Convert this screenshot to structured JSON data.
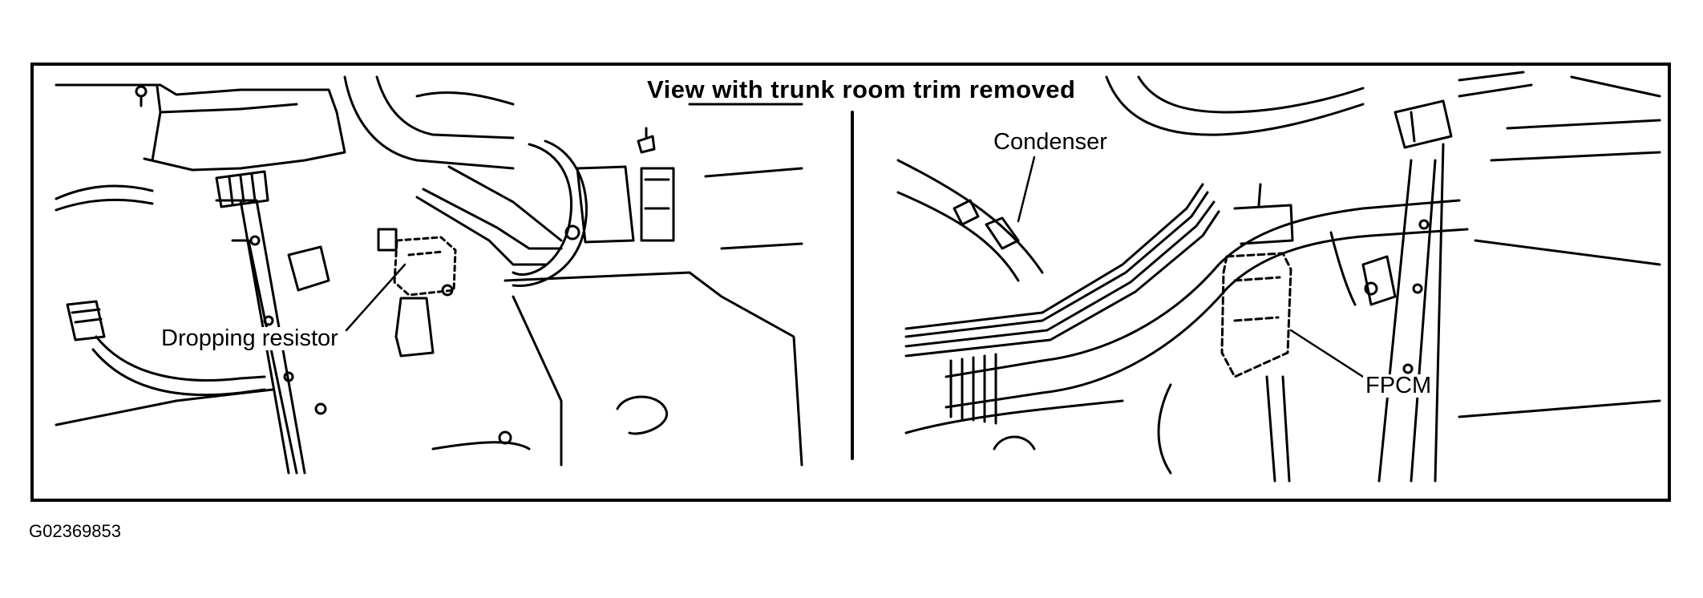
{
  "title": "View with trunk room trim removed",
  "labels": {
    "dropping_resistor": "Dropping resistor",
    "condenser": "Condenser",
    "fpcm": "FPCM"
  },
  "figure_id": "G02369853",
  "colors": {
    "line": "#000000",
    "background": "#ffffff"
  }
}
